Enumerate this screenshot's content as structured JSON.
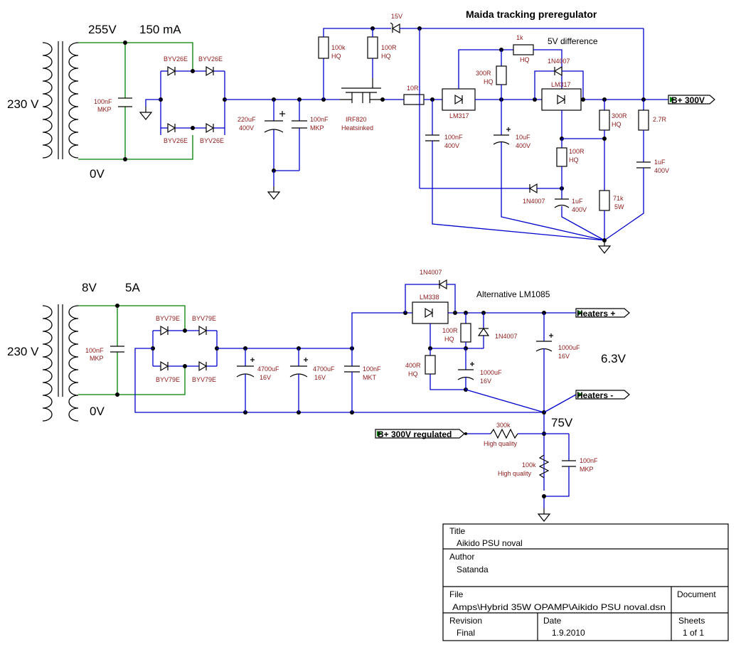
{
  "title": "Maida tracking preregulator",
  "top": {
    "voltage_primary": "230 V",
    "secondary_voltage": "255V",
    "secondary_current": "150 mA",
    "zero": "0V",
    "c_trafo": [
      "100nF",
      "MKP"
    ],
    "diodes": "BYV26E",
    "c_res": [
      "220uF",
      "400V"
    ],
    "c_film": [
      "100nF",
      "MKP"
    ],
    "r_gate": [
      "100k",
      "HQ"
    ],
    "r_100r": [
      "100R",
      "HQ"
    ],
    "zener": "15V",
    "mosfet": [
      "IRF820",
      "Heatsinked"
    ],
    "r_10r": "10R",
    "lm1": "LM317",
    "lm2": "LM317",
    "r_1k": [
      "1k",
      "HQ"
    ],
    "diff": "5V difference",
    "d_4007_top": "1N4007",
    "r_300r_a": [
      "300R",
      "HQ"
    ],
    "r_300r_b": [
      "300R",
      "HQ"
    ],
    "c_100n_400": [
      "100nF",
      "400V"
    ],
    "c_10u": [
      "10uF",
      "400V"
    ],
    "r_100r_hq": [
      "100R",
      "HQ"
    ],
    "r_27": "2.7R",
    "c_1u_a": [
      "1uF",
      "400V"
    ],
    "c_1u_b": [
      "1uF",
      "400V"
    ],
    "r_71k": [
      "71k",
      "5W"
    ],
    "d_4007_bot": "1N4007",
    "out": "B+ 300V"
  },
  "bottom": {
    "voltage_primary": "230 V",
    "secondary_voltage": "8V",
    "secondary_current": "5A",
    "zero": "0V",
    "c_trafo": [
      "100nF",
      "MKP"
    ],
    "diodes": "BYV79E",
    "c_a": [
      "4700uF",
      "16V"
    ],
    "c_b": [
      "4700uF",
      "16V"
    ],
    "c_c": [
      "100nF",
      "MKT"
    ],
    "d_top": "1N4007",
    "reg": "LM338",
    "alt": "Alternative LM1085",
    "r_100r": [
      "100R",
      "HQ"
    ],
    "d_side": "1N4007",
    "r_400r": [
      "400R",
      "HQ"
    ],
    "c_1000_a": [
      "1000uF",
      "16V"
    ],
    "c_1000_b": [
      "1000uF",
      "16V"
    ],
    "v_out": "6.3V",
    "v_75": "75V",
    "heat_plus": "Heaters +",
    "heat_minus": "Heaters -",
    "b_reg": "B+ 300V regulated",
    "r_300k": [
      "300k",
      "High quality"
    ],
    "r_100k": [
      "100k",
      "High quality"
    ],
    "c_mkp": [
      "100nF",
      "MKP"
    ]
  },
  "titleblock": {
    "title_label": "Title",
    "title_value": "Aikido PSU noval",
    "author_label": "Author",
    "author_value": "Satanda",
    "file_label": "File",
    "file_value": "Amps\\Hybrid 35W OPAMP\\Aikido PSU noval.dsn",
    "document_label": "Document",
    "revision_label": "Revision",
    "revision_value": "Final",
    "date_label": "Date",
    "date_value": "1.9.2010",
    "sheets_label": "Sheets",
    "sheets_value": "1 of 1"
  }
}
